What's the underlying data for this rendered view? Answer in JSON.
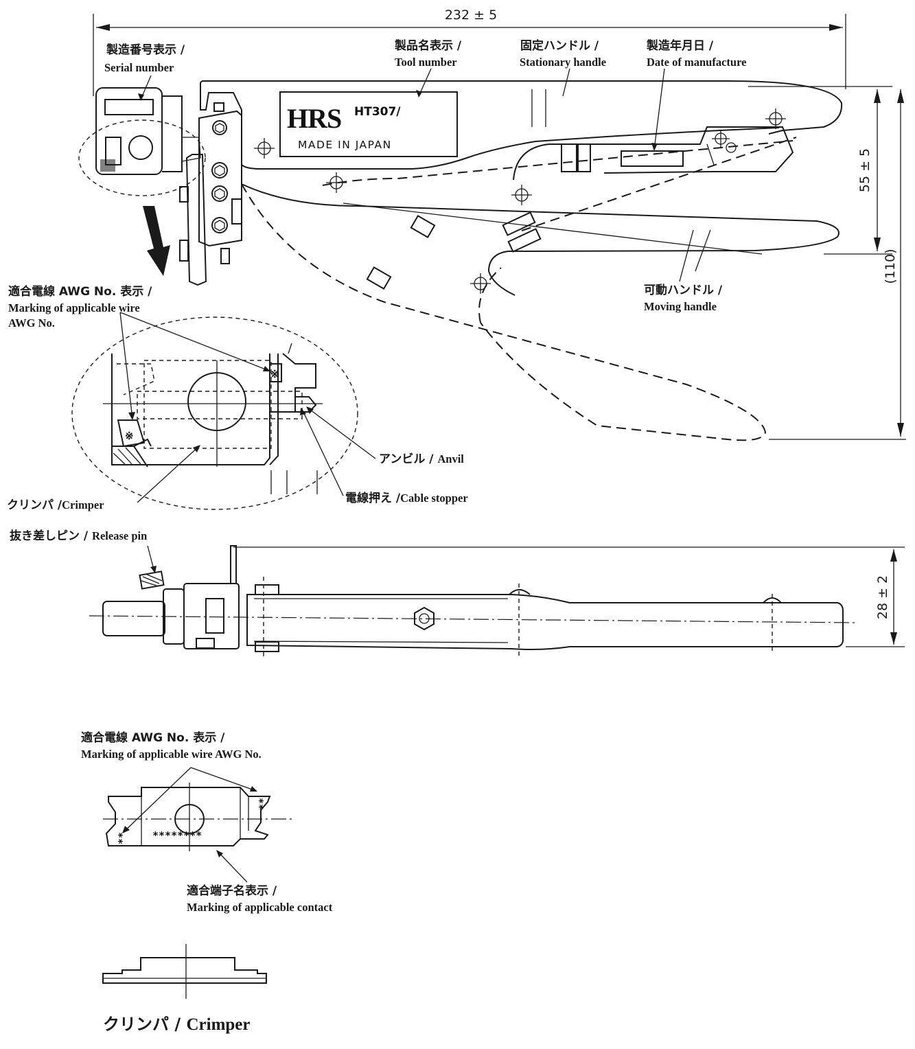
{
  "dimensions": {
    "overall_length": "232 ± 5",
    "handle_height": "55 ± 5",
    "open_height": "(110)",
    "width": "28 ± 2"
  },
  "nameplate": {
    "logo": "HRS",
    "model": "HT307/",
    "made_in": "MADE IN JAPAN"
  },
  "labels": {
    "serial_jp": "製造番号表示 /",
    "serial_en": "Serial number",
    "tool_jp": "製品名表示 /",
    "tool_en": "Tool number",
    "stationary_jp": "固定ハンドル /",
    "stationary_en": "Stationary handle",
    "date_jp": "製造年月日 /",
    "date_en": "Date of manufacture",
    "moving_jp": "可動ハンドル /",
    "moving_en": "Moving handle",
    "awg_jp": "適合電線 AWG No. 表示 /",
    "awg_en_1": "Marking of applicable wire",
    "awg_en_2": "AWG No.",
    "anvil_jp": "アンビル / ",
    "anvil_en": "Anvil",
    "crimper_jp": "クリンパ /",
    "crimper_en": "Crimper",
    "cable_jp": "電線押え /",
    "cable_en": "Cable stopper",
    "release_jp": "抜き差しピン / ",
    "release_en": "Release pin",
    "awg2_jp": "適合電線 AWG No. 表示 /",
    "awg2_en": "Marking of applicable wire AWG No.",
    "contact_jp": "適合端子名表示 /",
    "contact_en": "Marking of applicable contact",
    "bottom_title_jp": "クリンパ / ",
    "bottom_title_en": "Crimper"
  },
  "marks": {
    "asterisk_single": "※",
    "stars_two": "**",
    "stars_contact": "********"
  }
}
